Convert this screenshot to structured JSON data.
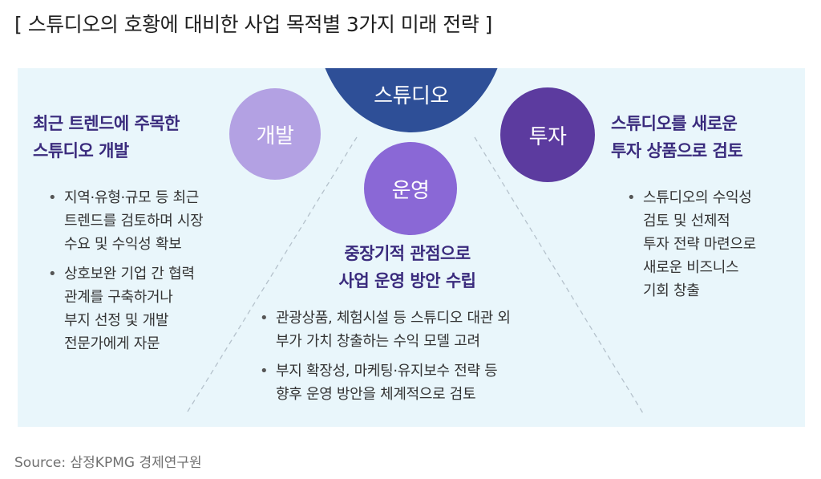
{
  "title": "[ 스튜디오의 호황에 대비한 사업 목적별 3가지 미래 전략 ]",
  "center": {
    "label": "스튜디오"
  },
  "circles": {
    "development": "개발",
    "operation": "운영",
    "investment": "투자"
  },
  "development": {
    "heading_line1": "최근 트렌드에 주목한",
    "heading_line2": "스튜디오 개발",
    "bullets": [
      "지역·유형·규모 등 최근\n트렌드를 검토하며 시장\n수요 및 수익성 확보",
      "상호보완 기업 간 협력\n관계를 구축하거나\n부지 선정 및 개발\n전문가에게 자문"
    ]
  },
  "operation": {
    "heading_line1": "중장기적 관점으로",
    "heading_line2": "사업 운영 방안 수립",
    "bullets": [
      "관광상품, 체험시설 등 스튜디오 대관 외\n부가 가치 창출하는 수익 모델 고려",
      "부지 확장성, 마케팅·유지보수 전략 등\n향후 운영 방안을 체계적으로 검토"
    ]
  },
  "investment": {
    "heading_line1": "스튜디오를 새로운",
    "heading_line2": "투자 상품으로 검토",
    "bullets": [
      "스튜디오의 수익성\n검토 및 선제적\n투자 전략 마련으로\n새로운 비즈니스\n기회 창출"
    ]
  },
  "colors": {
    "panel_bg": "#e9f6fb",
    "studio": "#2e4f97",
    "development": "#b3a1e3",
    "operation": "#8a68d6",
    "investment": "#5c3b9f",
    "heading": "#3a2b7d"
  },
  "source": "Source: 삼정KPMG 경제연구원"
}
